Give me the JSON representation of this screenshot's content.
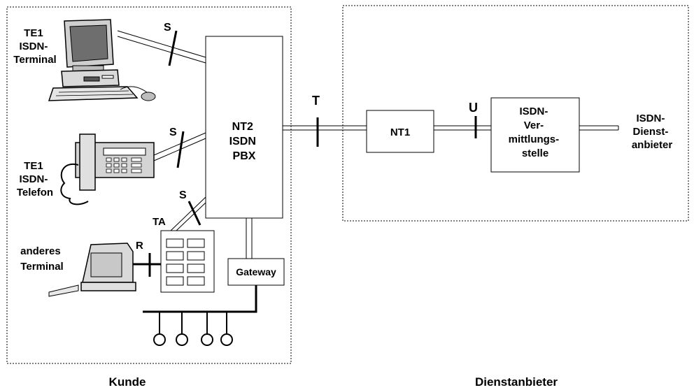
{
  "regions": {
    "customer_label": "Kunde",
    "provider_label": "Dienstanbieter"
  },
  "devices": {
    "te1_terminal": [
      "TE1",
      "ISDN-",
      "Terminal"
    ],
    "te1_telefon": [
      "TE1",
      "ISDN-",
      "Telefon"
    ],
    "other_terminal": [
      "anderes",
      "Terminal"
    ],
    "ta": "TA"
  },
  "boxes": {
    "nt2": [
      "NT2",
      "ISDN",
      "PBX"
    ],
    "nt1": "NT1",
    "exchange": [
      "ISDN-",
      "Ver-",
      "mittlungs-",
      "stelle"
    ],
    "gateway": "Gateway",
    "service_provider": [
      "ISDN-",
      "Dienst-",
      "anbieter"
    ]
  },
  "reference_points": {
    "s1": "S",
    "s2": "S",
    "s3": "S",
    "r": "R",
    "t": "T",
    "u": "U"
  },
  "colors": {
    "line": "#000000",
    "device_fill": "#d9d9d9",
    "device_dark": "#9a9a9a"
  }
}
